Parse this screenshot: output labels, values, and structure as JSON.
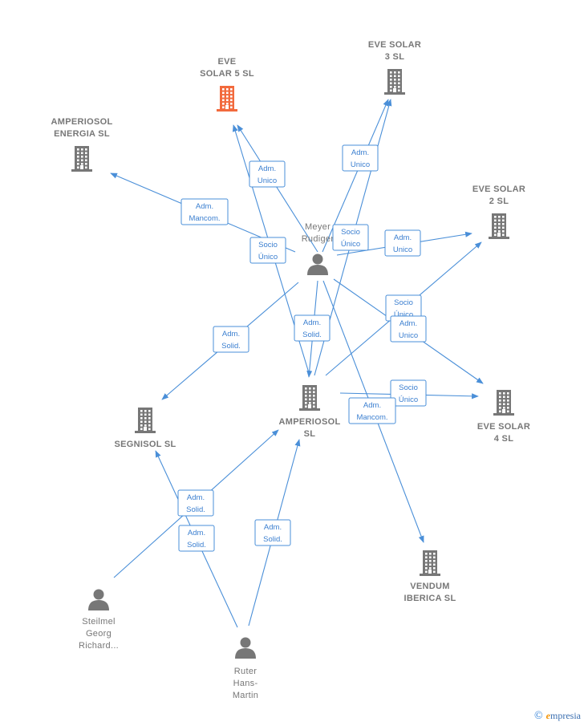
{
  "colors": {
    "edge": "#4a8fd8",
    "badge_text": "#3b7fd0",
    "node_gray": "#777777",
    "highlight": "#f26a3d"
  },
  "nodes": [
    {
      "id": "eve5",
      "kind": "company",
      "lines": [
        "EVE",
        "SOLAR 5  SL"
      ],
      "highlight": true,
      "icon": "building-icon"
    },
    {
      "id": "eve3",
      "kind": "company",
      "lines": [
        "EVE SOLAR",
        "3  SL"
      ],
      "highlight": false,
      "icon": "building-icon"
    },
    {
      "id": "amp_energia",
      "kind": "company",
      "lines": [
        "AMPERIOSOL",
        "ENERGIA  SL"
      ],
      "highlight": false,
      "icon": "building-icon"
    },
    {
      "id": "eve2",
      "kind": "company",
      "lines": [
        "EVE SOLAR",
        "2  SL"
      ],
      "highlight": false,
      "icon": "building-icon"
    },
    {
      "id": "meyer",
      "kind": "person",
      "lines": [
        "Meyer",
        "Rudiger"
      ],
      "highlight": false,
      "icon": "person-icon"
    },
    {
      "id": "amperiosol",
      "kind": "company",
      "lines": [
        "AMPERIOSOL",
        "SL"
      ],
      "highlight": false,
      "icon": "building-icon"
    },
    {
      "id": "segnisol",
      "kind": "company",
      "lines": [
        "SEGNISOL  SL"
      ],
      "highlight": false,
      "icon": "building-icon"
    },
    {
      "id": "eve4",
      "kind": "company",
      "lines": [
        "EVE SOLAR",
        "4  SL"
      ],
      "highlight": false,
      "icon": "building-icon"
    },
    {
      "id": "vendum",
      "kind": "company",
      "lines": [
        "VENDUM",
        "IBERICA  SL"
      ],
      "highlight": false,
      "icon": "building-icon"
    },
    {
      "id": "steilmel",
      "kind": "person",
      "lines": [
        "Steilmel",
        "Georg",
        "Richard..."
      ],
      "highlight": false,
      "icon": "person-icon"
    },
    {
      "id": "ruter",
      "kind": "person",
      "lines": [
        "Ruter",
        "Hans-",
        "Martin"
      ],
      "highlight": false,
      "icon": "person-icon"
    }
  ],
  "badges": [
    {
      "id": "b1",
      "lines": [
        "Adm.",
        "Unico"
      ]
    },
    {
      "id": "b2",
      "lines": [
        "Adm.",
        "Unico"
      ]
    },
    {
      "id": "b3",
      "lines": [
        "Adm.",
        "Mancom."
      ]
    },
    {
      "id": "b4",
      "lines": [
        "Socio",
        "Único"
      ]
    },
    {
      "id": "b5",
      "lines": [
        "Socio",
        "Único"
      ]
    },
    {
      "id": "b6",
      "lines": [
        "Adm.",
        "Unico"
      ]
    },
    {
      "id": "b7",
      "lines": [
        "Socio",
        "Único"
      ]
    },
    {
      "id": "b8",
      "lines": [
        "Adm.",
        "Unico"
      ]
    },
    {
      "id": "b9",
      "lines": [
        "Adm.",
        "Solid."
      ]
    },
    {
      "id": "b10",
      "lines": [
        "Adm.",
        "Solid."
      ]
    },
    {
      "id": "b11",
      "lines": [
        "Socio",
        "Único"
      ]
    },
    {
      "id": "b12",
      "lines": [
        "Adm.",
        "Mancom."
      ]
    },
    {
      "id": "b13",
      "lines": [
        "Adm.",
        "Solid."
      ]
    },
    {
      "id": "b14",
      "lines": [
        "Adm.",
        "Solid."
      ]
    },
    {
      "id": "b15",
      "lines": [
        "Adm.",
        "Solid."
      ]
    }
  ],
  "brand": {
    "copyright": "©",
    "initial": "e",
    "rest": "mpresia"
  }
}
